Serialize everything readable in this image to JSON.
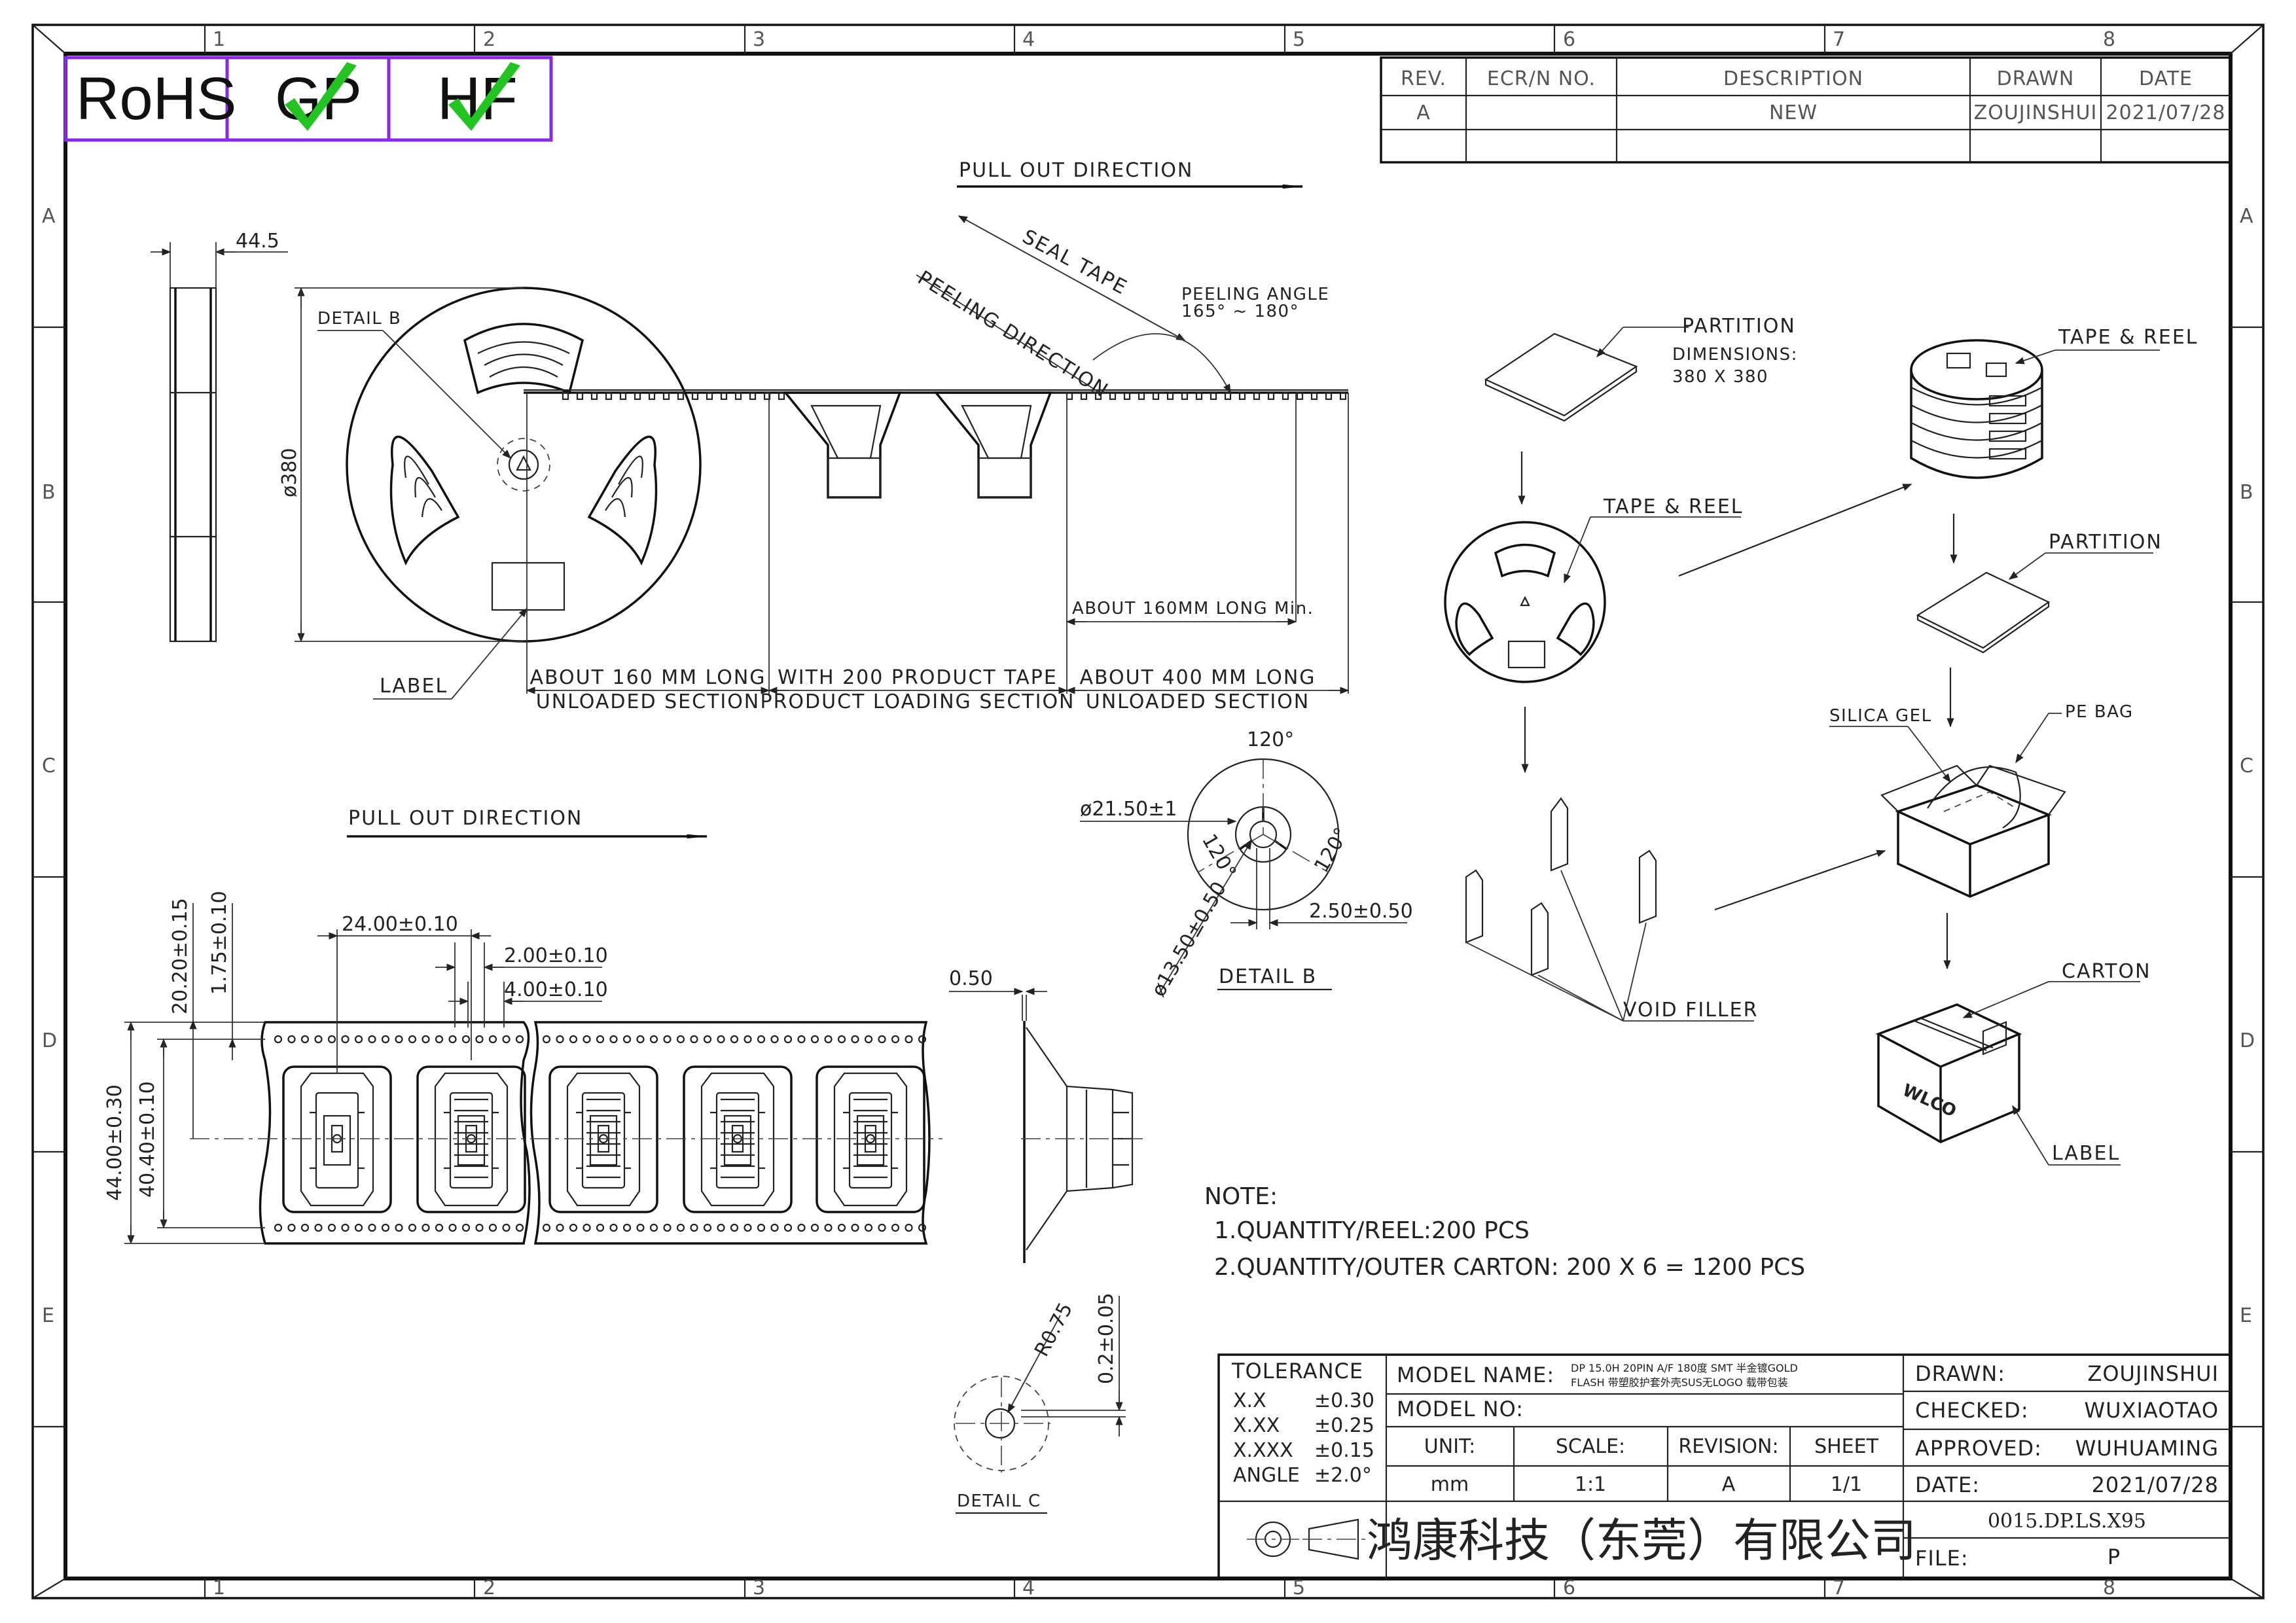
{
  "compliance_badges": [
    "RoHS",
    "GP",
    "HF"
  ],
  "colors": {
    "badge_border": "#8a2be2",
    "check_mark": "#22c322",
    "line": "#1a1a1a"
  },
  "zones": {
    "columns": [
      "1",
      "2",
      "3",
      "4",
      "5",
      "6",
      "7",
      "8"
    ],
    "rows": [
      "A",
      "B",
      "C",
      "D",
      "E"
    ]
  },
  "revision_table": {
    "headers": [
      "REV.",
      "ECR/N NO.",
      "DESCRIPTION",
      "DRAWN",
      "DATE"
    ],
    "rows": [
      [
        "A",
        "",
        "NEW",
        "ZOUJINSHUI",
        "2021/07/28"
      ]
    ]
  },
  "labels": {
    "pull_out_top": "PULL OUT DIRECTION",
    "pull_out_left": "PULL OUT DIRECTION",
    "seal_tape": "SEAL TAPE",
    "peeling_direction": "PEELING DIRECTION",
    "peeling_angle_1": "PEELING ANGLE",
    "peeling_angle_2": "165° ~ 180°",
    "detail_b_ref": "DETAIL B",
    "label": "LABEL",
    "dim_44_5": "44.5",
    "dim_380": "ø380",
    "about_160_min": "ABOUT 160MM LONG Min.",
    "sec1_a": "ABOUT 160 MM LONG",
    "sec1_b": "UNLOADED SECTION",
    "sec2_a": "WITH 200 PRODUCT TAPE",
    "sec2_b": "PRODUCT LOADING SECTION",
    "sec3_a": "ABOUT 400 MM LONG",
    "sec3_b": "UNLOADED SECTION",
    "partition": "PARTITION",
    "dimensions": "DIMENSIONS:",
    "dimensions_val": "380 X 380",
    "tape_reel_1": "TAPE & REEL",
    "tape_reel_2": "TAPE & REEL",
    "partition_2": "PARTITION",
    "silica_gel": "SILICA GEL",
    "pe_bag": "PE BAG",
    "void_filler": "VOID FILLER",
    "carton": "CARTON",
    "label_2": "LABEL",
    "detail_b": "DETAIL B",
    "db_120_top": "120°",
    "db_120_l": "120°",
    "db_120_r": "120°",
    "db_21_50": "ø21.50±1",
    "db_13_50": "ø13.50±0.50",
    "db_2_50": "2.50±0.50",
    "t_24": "24.00±0.10",
    "t_2": "2.00±0.10",
    "t_4": "4.00±0.10",
    "t_20_20": "20.20±0.15",
    "t_1_75": "1.75±0.10",
    "t_44": "44.00±0.30",
    "t_40_40": "40.40±0.10",
    "t_0_50": "0.50",
    "detail_c": "DETAIL C",
    "dc_r075": "R0.75",
    "dc_02": "0.2±0.05",
    "carton_logo": "WLCO"
  },
  "notes": {
    "title": "NOTE:",
    "lines": [
      "1.QUANTITY/REEL:200 PCS",
      "2.QUANTITY/OUTER CARTON: 200 X 6 = 1200 PCS"
    ]
  },
  "title_block": {
    "tolerance_title": "TOLERANCE",
    "tolerances": [
      {
        "key": "X.X",
        "val": "±0.30"
      },
      {
        "key": "X.XX",
        "val": "±0.25"
      },
      {
        "key": "X.XXX",
        "val": "±0.15"
      },
      {
        "key": "ANGLE",
        "val": "±2.0°"
      }
    ],
    "model_name_label": "MODEL NAME:",
    "model_name_1": "DP 15.0H 20PIN A/F 180度 SMT 半金镀GOLD",
    "model_name_2": "FLASH 带塑胶护套外壳SUS无LOGO 载带包装",
    "model_no_label": "MODEL NO:",
    "unit_label": "UNIT:",
    "unit_val": "mm",
    "scale_label": "SCALE:",
    "scale_val": "1:1",
    "revision_label": "REVISION:",
    "revision_val": "A",
    "sheet_label": "SHEET",
    "sheet_val": "1/1",
    "company": "鸿康科技（东莞）有限公司",
    "drawn_label": "DRAWN:",
    "drawn_val": "ZOUJINSHUI",
    "checked_label": "CHECKED:",
    "checked_val": "WUXIAOTAO",
    "approved_label": "APPROVED:",
    "approved_val": "WUHUAMING",
    "date_label": "DATE:",
    "date_val": "2021/07/28",
    "drawing_no": "0015.DP.LS.X95",
    "file_label": "FILE:",
    "file_val": "P"
  }
}
